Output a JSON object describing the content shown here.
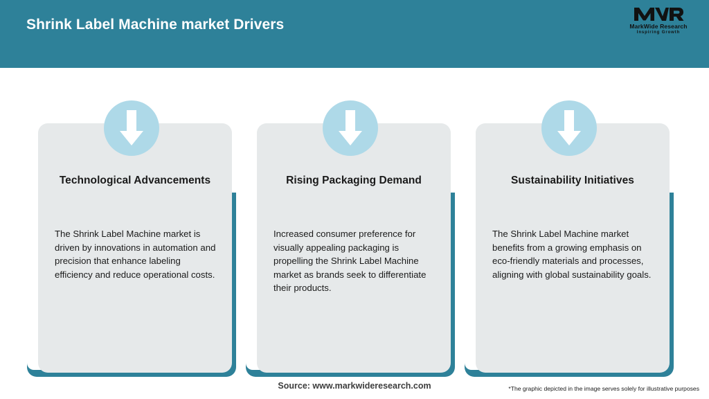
{
  "header": {
    "title": "Shrink Label Machine market Drivers",
    "background_color": "#2e8199",
    "title_color": "#ffffff"
  },
  "logo": {
    "mark": "MWR",
    "name": "MarkWide Research",
    "tagline": "Inspiring Growth"
  },
  "theme": {
    "accent": "#2e8199",
    "card_background": "#e6e9ea",
    "badge_circle": "#aed9e8",
    "arrow": "#ffffff",
    "page_background": "#ffffff"
  },
  "cards": [
    {
      "icon": "arrow-down-icon",
      "title": "Technological Advancements",
      "body": "The Shrink Label Machine market is driven by innovations in automation and precision that enhance labeling efficiency and reduce operational costs."
    },
    {
      "icon": "arrow-down-icon",
      "title": "Rising Packaging Demand",
      "body": "Increased consumer preference for visually appealing packaging is propelling the Shrink Label Machine market as brands seek to differentiate their products."
    },
    {
      "icon": "arrow-down-icon",
      "title": "Sustainability Initiatives",
      "body": "The Shrink Label Machine market benefits from a growing emphasis on eco-friendly materials and processes, aligning with global sustainability goals."
    }
  ],
  "footer": {
    "source": "Source: www.markwideresearch.com",
    "disclaimer": "*The graphic depicted in the image serves solely for illustrative purposes"
  }
}
